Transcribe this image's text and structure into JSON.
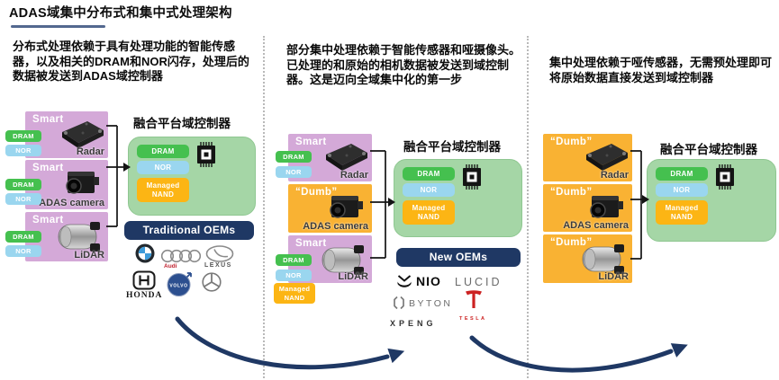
{
  "title": "ADAS域集中分布式和集中式处理架构",
  "labels": {
    "smart": "Smart",
    "dumb": "“Dumb”",
    "dram": "DRAM",
    "nor": "NOR",
    "managed_nand": "Managed NAND"
  },
  "controller_title": "融合平台域控制器",
  "panel1": {
    "description": "分布式处理依赖于具有处理功能的智能传感器，以及相关的DRAM和NOR闪存，处理后的数据被发送到ADAS域控制器",
    "sensors": [
      "Radar",
      "ADAS camera",
      "LiDAR"
    ],
    "oems": {
      "label": "Traditional OEMs",
      "brands": [
        "BMW",
        "Audi",
        "LEXUS",
        "HONDA",
        "VOLVO",
        "Mercedes-Benz"
      ]
    }
  },
  "panel2": {
    "description": "部分集中处理依赖于智能传感器和哑摄像头。已处理的和原始的相机数据被发送到域控制器。这是迈向全域集中化的第一步",
    "sensors": [
      "Radar",
      "ADAS camera",
      "LiDAR"
    ],
    "oems": {
      "label": "New OEMs",
      "brands": [
        "NIO",
        "LUCID",
        "BYTON",
        "XPENG",
        "TESLA"
      ]
    }
  },
  "panel3": {
    "description": "集中处理依赖于哑传感器，无需预处理即可将原始数据直接发送到域控制器",
    "sensors": [
      "Radar",
      "ADAS camera",
      "LiDAR"
    ]
  },
  "colors": {
    "navy": "#1F3864",
    "smart_purple": "#D4A9D8",
    "dumb_orange": "#F9B233",
    "dram_green": "#45C04F",
    "nor_blue": "#9AD6EF",
    "nand_orange": "#FCB514",
    "controller_green": "#A5D6A6"
  }
}
